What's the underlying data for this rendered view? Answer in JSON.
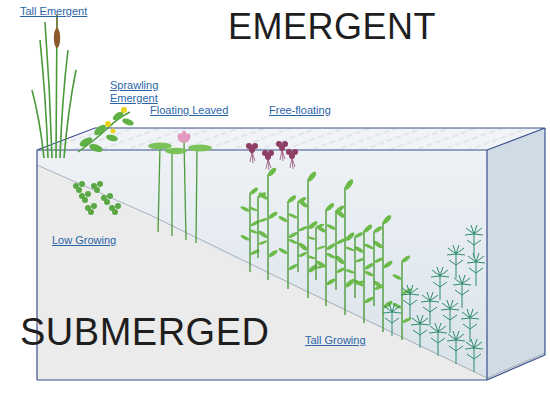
{
  "diagram": {
    "labels": [
      "Tall Emergent",
      "EMERGENT",
      "Sprawling Emergent",
      "Floating Leaved",
      "Free-floating",
      "Low Growing",
      "SUBMERGED",
      "Tall Growing"
    ]
  }
}
